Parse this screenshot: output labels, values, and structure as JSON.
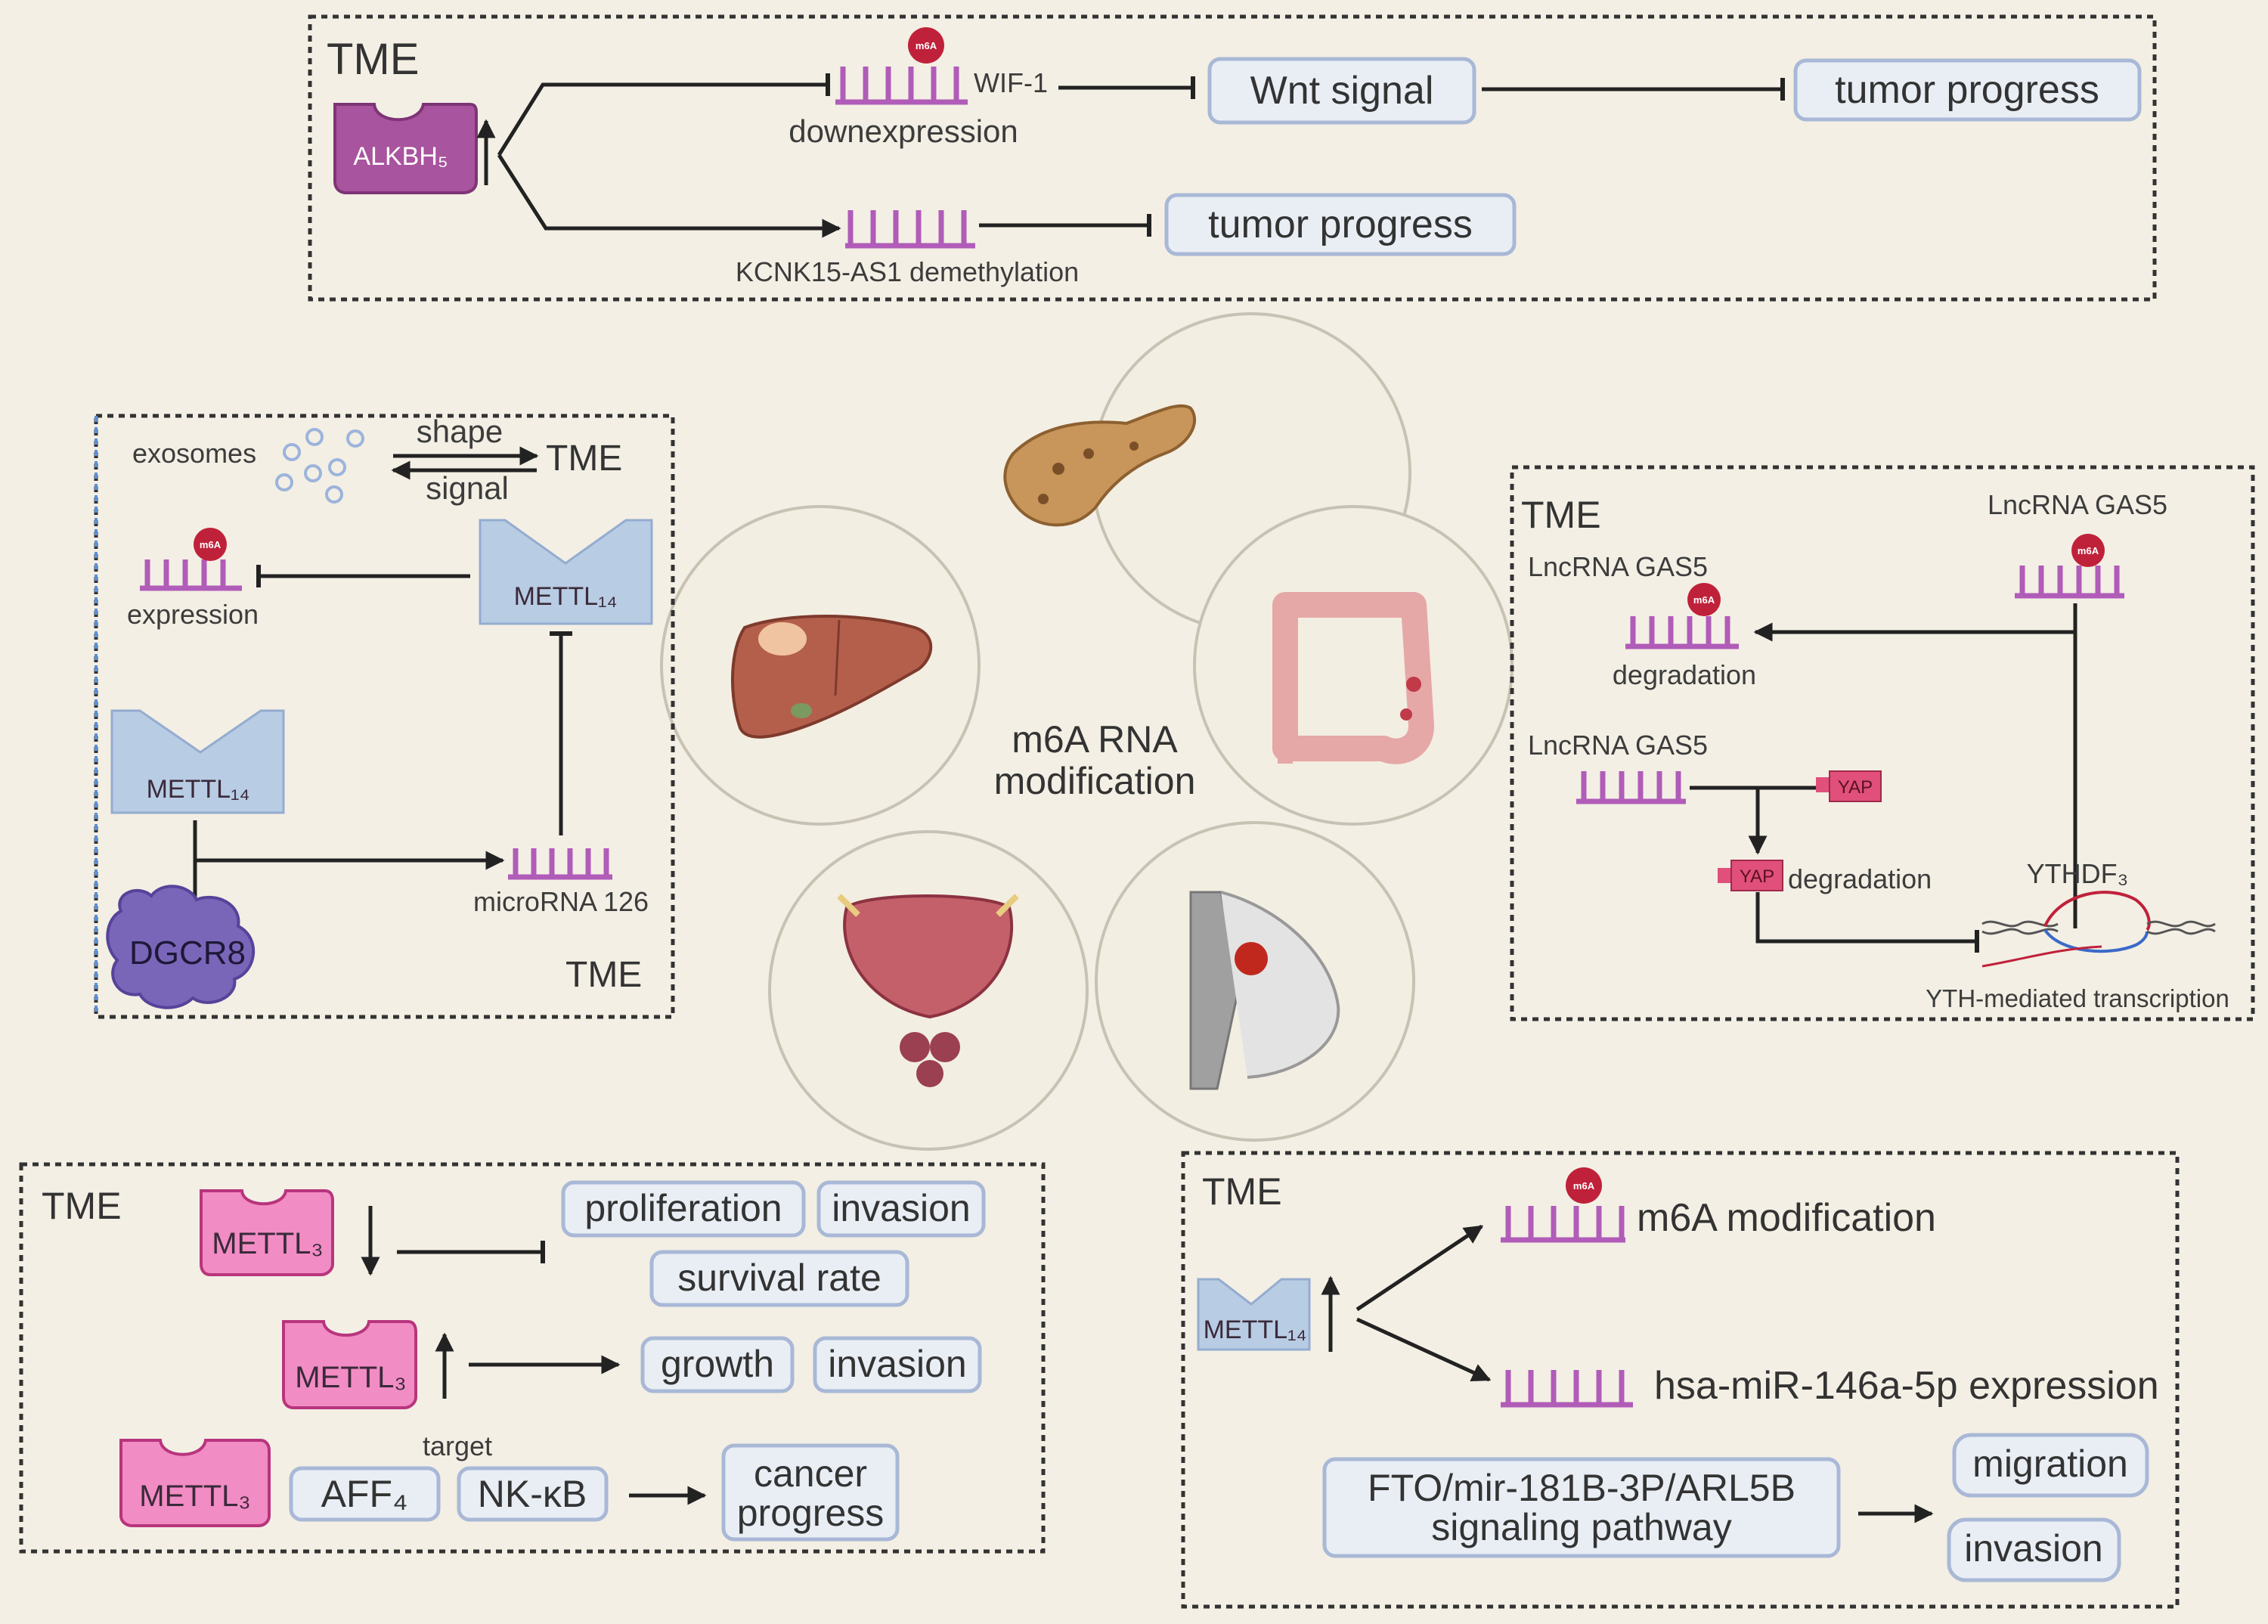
{
  "colors": {
    "background": "#f3efe4",
    "rna": "#b05cb8",
    "m6a_badge": "#c0213a",
    "box_fill": "#e9eef5",
    "box_stroke": "#a9b8d6",
    "alkbh5": "#a9549e",
    "mettl14": "#b8cce4",
    "mettl3": "#f28cc4",
    "dgcr8": "#7a66b8",
    "yap": "#e0507a"
  },
  "center": {
    "title_line1": "m6A RNA",
    "title_line2": "modification"
  },
  "m6a_badge_label": "m6A",
  "panel_top": {
    "tme": "TME",
    "enzyme": "ALKBH₅",
    "wif_label": "WIF-1",
    "downexpression": "downexpression",
    "wnt": "Wnt signal",
    "tumor1": "tumor progress",
    "kcnk": "KCNK15-AS1 demethylation",
    "tumor2": "tumor progress"
  },
  "panel_left": {
    "exosomes": "exosomes",
    "shape": "shape",
    "signal": "signal",
    "tme_top": "TME",
    "expression": "expression",
    "mettl14_a": "METTL₁₄",
    "mettl14_b": "METTL₁₄",
    "dgcr8": "DGCR8",
    "microrna": "microRNA 126",
    "tme_bottom": "TME"
  },
  "panel_right": {
    "tme": "TME",
    "gas5_top_right": "LncRNA GAS5",
    "gas5_top_left": "LncRNA GAS5",
    "degradation": "degradation",
    "gas5_mid": "LncRNA GAS5",
    "yap_right": "YAP",
    "yap_left": "YAP",
    "yap_degradation": "degradation",
    "ythdf3": "YTHDF₃",
    "yth_transcription": "YTH-mediated transcription"
  },
  "panel_bottom_left": {
    "tme": "TME",
    "mettl3_a": "METTL₃",
    "mettl3_b": "METTL₃",
    "mettl3_c": "METTL₃",
    "proliferation": "proliferation",
    "invasion_a": "invasion",
    "survival": "survival rate",
    "growth": "growth",
    "invasion_b": "invasion",
    "target": "target",
    "aff4": "AFF₄",
    "nfkb": "NK-κB",
    "cancer_progress_l1": "cancer",
    "cancer_progress_l2": "progress"
  },
  "panel_bottom_right": {
    "tme": "TME",
    "mettl14": "METTL₁₄",
    "m6a_mod": "m6A modification",
    "mir146": "hsa-miR-146a-5p expression",
    "fto_l1": "FTO/mir-181B-3P/ARL5B",
    "fto_l2": "signaling pathway",
    "migration": "migration",
    "invasion": "invasion"
  }
}
